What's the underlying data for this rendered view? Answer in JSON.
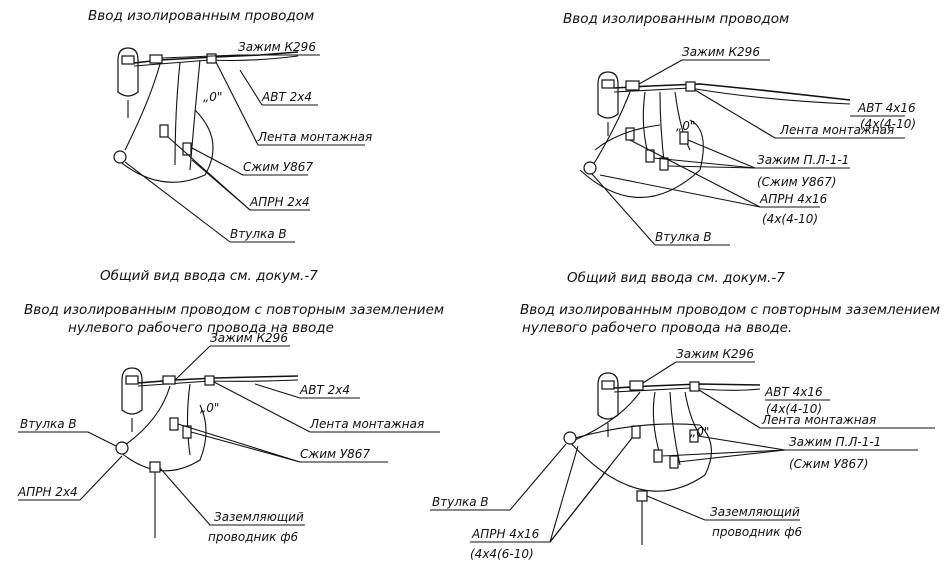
{
  "panels": {
    "tl": {
      "title": "Ввод изолированным проводом",
      "clamp": "Зажим К296",
      "wire": "АВТ 2х4",
      "tape": "Лента монтажная",
      "squeeze": "Сжим У867",
      "aprn": "АПРН 2х4",
      "sleeve": "Втулка В",
      "zero": "„0\""
    },
    "tr": {
      "title": "Ввод изолированным проводом",
      "clamp": "Зажим К296",
      "wire1": "АВТ 4х16",
      "wire2": "(4х(4-10)",
      "tape": "Лента монтажная",
      "clamp2_1": "Зажим П.Л-1-1",
      "clamp2_2": "(Сжим У867)",
      "aprn1": "АПРН 4х16",
      "aprn2": "(4х(4-10)",
      "sleeve": "Втулка В",
      "zero": "„0\""
    },
    "bl": {
      "title1": "Ввод изолированным проводом с повторным заземлением",
      "title2": "нулевого рабочего провода на вводе",
      "clamp": "Зажим К296",
      "wire": "АВТ 2х4",
      "tape": "Лента монтажная",
      "squeeze": "Сжим У867",
      "sleeve": "Втулка В",
      "aprn": "АПРН 2х4",
      "ground1": "Заземляющий",
      "ground2": "проводник ф6",
      "zero": "„0\""
    },
    "br": {
      "title1": "Ввод изолированным проводом с повторным заземлением",
      "title2": "нулевого рабочего провода на вводе.",
      "clamp": "Зажим К296",
      "wire1": "АВТ 4х16",
      "wire2": "(4х(4-10)",
      "tape": "Лента монтажная",
      "clamp2_1": "Зажим П.Л-1-1",
      "clamp2_2": "(Сжим У867)",
      "sleeve": "Втулка В",
      "aprn1": "АПРН 4х16",
      "aprn2": "(4х4(6-10)",
      "ground1": "Заземляющий",
      "ground2": "проводник ф6",
      "zero": "„0\""
    }
  },
  "captions": {
    "general_left": "Общий вид ввода см. докум.-7",
    "general_right": "Общий вид ввода см. докум.-7"
  }
}
